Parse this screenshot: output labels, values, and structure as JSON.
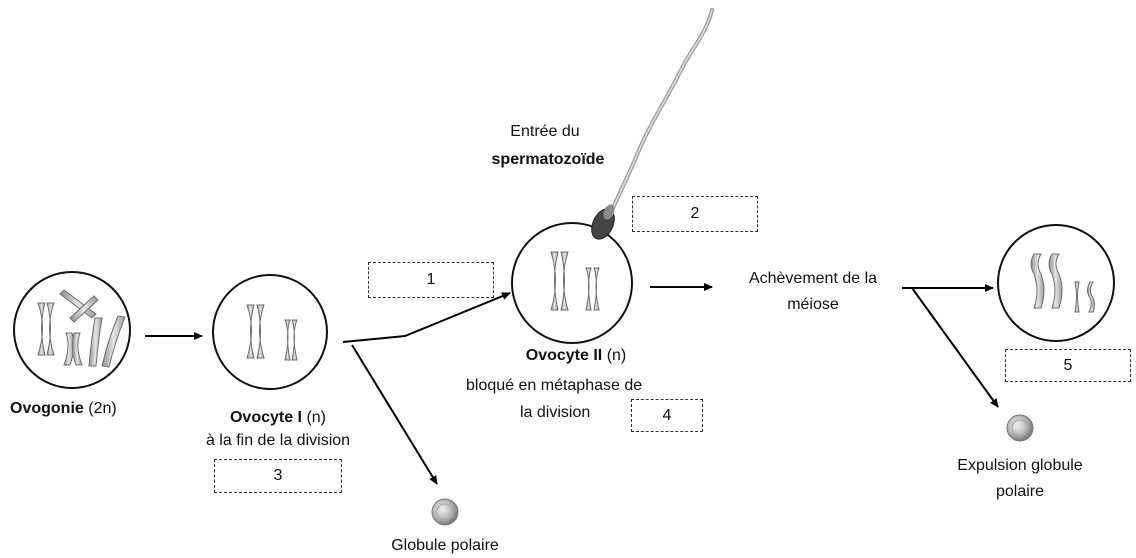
{
  "cells": {
    "ovogonie": {
      "name": "Ovogonie",
      "ploidy": "(2n)"
    },
    "ovocyte1": {
      "name": "Ovocyte I",
      "ploidy": "(n)",
      "caption": "à la fin de la division"
    },
    "ovocyte2": {
      "name": "Ovocyte II",
      "ploidy": "(n)",
      "caption_line1": "bloqué en métaphase de",
      "caption_line2": "la  division"
    }
  },
  "labels": {
    "entree_line1": "Entrée du",
    "entree_line2": "spermatozoïde",
    "achevement_line1": "Achèvement de la",
    "achevement_line2": "méiose",
    "globule_polaire": "Globule polaire",
    "expulsion_line1": "Expulsion globule",
    "expulsion_line2": "polaire"
  },
  "boxes": {
    "b1": "1",
    "b2": "2",
    "b3": "3",
    "b4": "4",
    "b5": "5"
  }
}
